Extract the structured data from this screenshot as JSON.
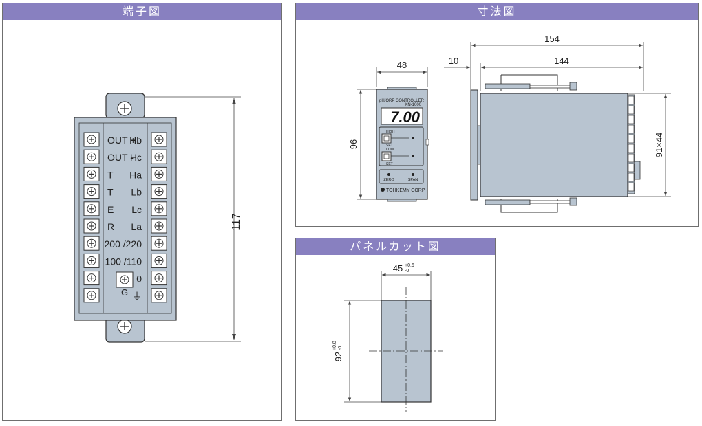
{
  "colors": {
    "header_bg": "#8880c0",
    "body_fill": "#b8c4d0",
    "line": "#333333",
    "dim": "#444444"
  },
  "terminal": {
    "title": "端子図",
    "dimension": "117",
    "left_labels": [
      "OUT +",
      "OUT -",
      "T",
      "T",
      "E",
      "R",
      "",
      "",
      "",
      ""
    ],
    "right_labels": [
      "Hb",
      "Hc",
      "Ha",
      "Lb",
      "Lc",
      "La",
      "200 /220",
      "100 /110",
      "0",
      "⏚"
    ],
    "ground_label": "G"
  },
  "dimensions": {
    "title": "寸法図",
    "width_front": "48",
    "height_front": "96",
    "panel_gap": "10",
    "depth_total": "154",
    "depth_body": "144",
    "body_section": "91×44",
    "device": {
      "label": "pH/ORP CONTROLLER",
      "model": "KN-1000",
      "display": "7.00",
      "key1": "HIGH",
      "key2": "LOW",
      "key1_bottom": "SET",
      "key2_bottom": "SET",
      "btn_zero": "ZERO",
      "btn_span": "SPAN",
      "brand": "TOHKEMY CORP."
    }
  },
  "cutout": {
    "title": "パネルカット図",
    "width": "45",
    "width_tol_upper": "+0.6",
    "width_tol_lower": "-0",
    "height": "92",
    "height_tol_upper": "+0.8",
    "height_tol_lower": "-0"
  }
}
